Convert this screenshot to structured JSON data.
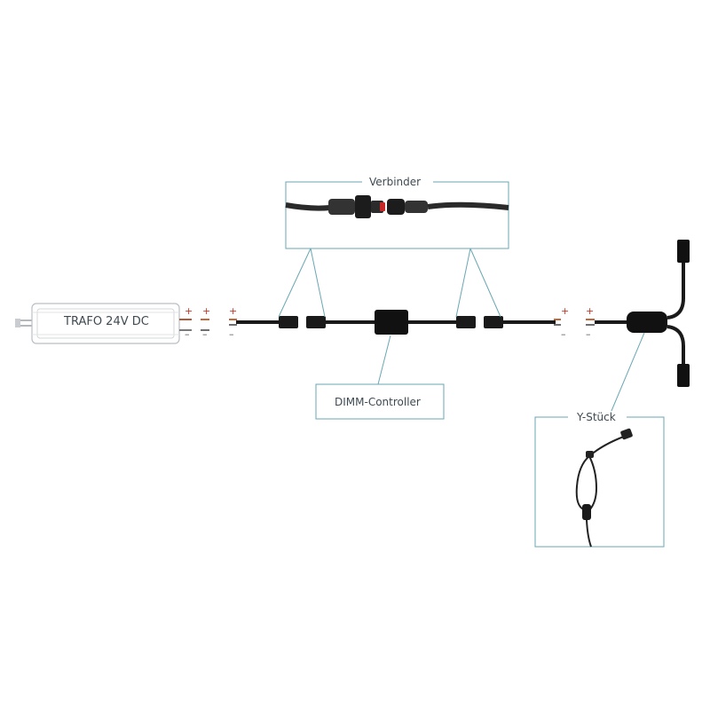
{
  "labels": {
    "trafo": "TRAFO 24V DC",
    "verbinder": "Verbinder",
    "dimm_controller": "DIMM-Controller",
    "y_stueck": "Y-Stück"
  },
  "polarity": {
    "plus": "+",
    "minus": "–"
  },
  "colors": {
    "cable": "#1a1a1a",
    "callout": "#6aa7b3",
    "trafo_outline": "#b9bfc4",
    "plus": "#c0392b",
    "connector_red": "#c62828"
  }
}
